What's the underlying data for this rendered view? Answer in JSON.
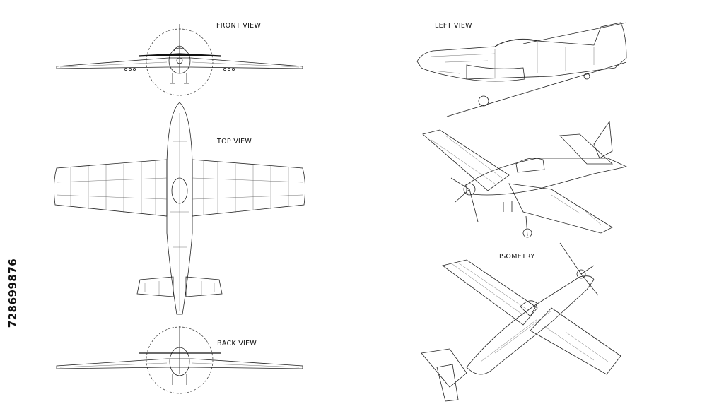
{
  "sheet": {
    "stock_id": "728699876",
    "labels": {
      "front": "FRONT VIEW",
      "top": "TOP VIEW",
      "back": "BACK VIEW",
      "left": "LEFT VIEW",
      "isometry": "ISOMETRY"
    }
  }
}
